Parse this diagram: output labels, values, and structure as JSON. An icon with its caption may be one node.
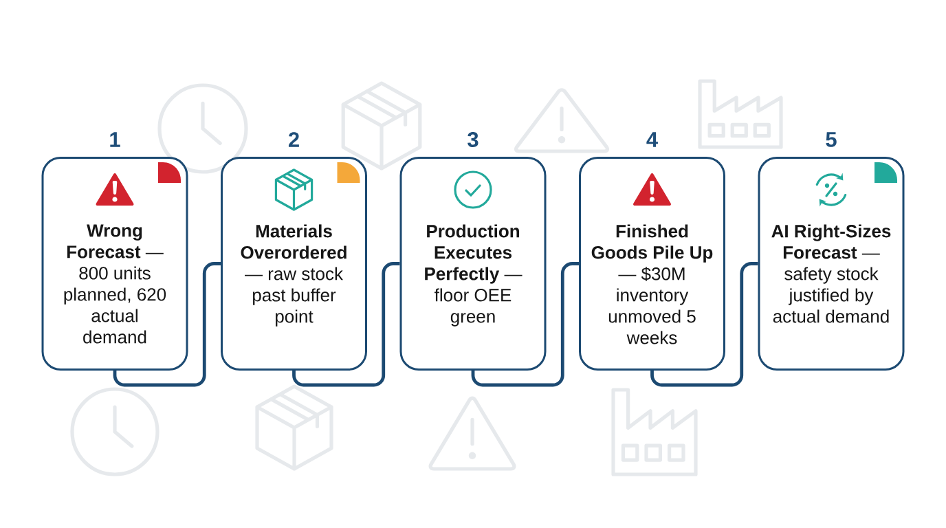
{
  "diagram": {
    "nodes": [
      {
        "text": [
          "1",
          "**Wrong Forecast** — 800 units planned, 620 actual demand"
        ]
      },
      {
        "text": [
          "2",
          "**Materials Overordered** — raw stock past buffer point"
        ]
      },
      {
        "text": [
          "3",
          "**Production Executes Perfectly** — floor OEE green"
        ]
      },
      {
        "text": [
          "4",
          "**Finished Goods Pile Up** — $30M inventory unmoved 5 weeks"
        ]
      },
      {
        "text": [
          "5",
          "**AI Right-Sizes Forecast** — safety stock justified by actual demand"
        ]
      }
    ],
    "edges": [
      {
        "from": 0,
        "to": 1,
        "arrow": "none"
      },
      {
        "from": 1,
        "to": 2,
        "arrow": "none"
      },
      {
        "from": 2,
        "to": 3,
        "arrow": "none"
      },
      {
        "from": 3,
        "to": 4,
        "arrow": "none"
      }
    ]
  }
}
